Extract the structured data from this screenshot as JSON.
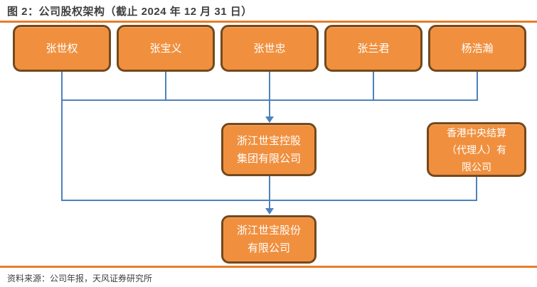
{
  "figure": {
    "title": "图 2：公司股权架构（截止 2024 年 12 月 31 日）",
    "source": "资料来源：公司年报，天风证券研究所"
  },
  "colors": {
    "box_fill": "#F0903F",
    "box_border": "#74491C",
    "connector_blue": "#4F81BD",
    "divider_orange": "#E87D2A",
    "title_text": "#3F3F3F",
    "box_text": "#FFFFFF",
    "background": "#FFFFFF"
  },
  "diagram": {
    "type": "org-chart",
    "shareholders": [
      {
        "name": "张世权"
      },
      {
        "name": "张宝义"
      },
      {
        "name": "张世忠"
      },
      {
        "name": "张兰君"
      },
      {
        "name": "杨浩瀚"
      }
    ],
    "holding_company": {
      "name": "浙江世宝控股集团有限公司",
      "lines": [
        "浙江世宝控股",
        "集团有限公司"
      ]
    },
    "hk_nominee": {
      "name": "香港中央结算（代理人）有限公司",
      "lines": [
        "香港中央结算",
        "（代理人）有",
        "限公司"
      ]
    },
    "listed_company": {
      "name": "浙江世宝股份有限公司",
      "lines": [
        "浙江世宝股份",
        "有限公司"
      ]
    },
    "edges": [
      {
        "from": "张世权",
        "to": "浙江世宝控股集团有限公司"
      },
      {
        "from": "张宝义",
        "to": "浙江世宝控股集团有限公司"
      },
      {
        "from": "张世忠",
        "to": "浙江世宝控股集团有限公司"
      },
      {
        "from": "张兰君",
        "to": "浙江世宝控股集团有限公司"
      },
      {
        "from": "杨浩瀚",
        "to": "浙江世宝控股集团有限公司"
      },
      {
        "from": "张世权",
        "to": "浙江世宝股份有限公司"
      },
      {
        "from": "浙江世宝控股集团有限公司",
        "to": "浙江世宝股份有限公司"
      },
      {
        "from": "香港中央结算（代理人）有限公司",
        "to": "浙江世宝股份有限公司"
      }
    ]
  }
}
